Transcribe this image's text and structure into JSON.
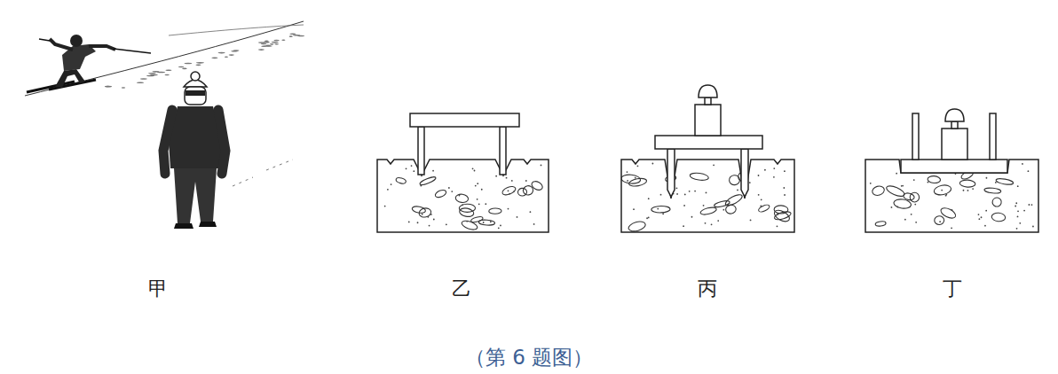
{
  "diagram": {
    "caption": "（第 6 题图）",
    "labels": [
      "甲",
      "乙",
      "丙",
      "丁"
    ]
  }
}
